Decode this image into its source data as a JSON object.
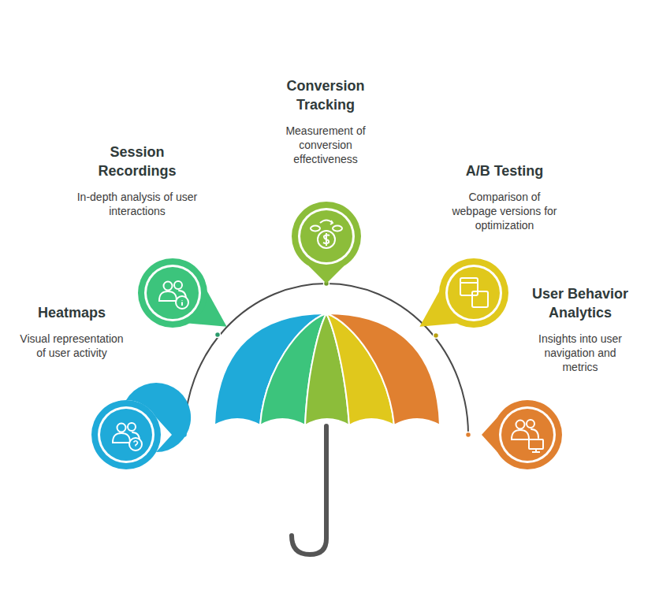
{
  "diagram": {
    "nodes": [
      {
        "text": [
          "Heatmaps",
          "Visual representation of user activity"
        ]
      },
      {
        "text": [
          "Session Recordings",
          "In-depth analysis of user interactions"
        ]
      },
      {
        "text": [
          "Conversion Tracking",
          "Measurement of conversion effectiveness"
        ]
      },
      {
        "text": [
          "A/B Testing",
          "Comparison of webpage versions for optimization"
        ]
      },
      {
        "text": [
          "User Behavior Analytics",
          "Insights into user navigation and metrics"
        ]
      }
    ]
  }
}
